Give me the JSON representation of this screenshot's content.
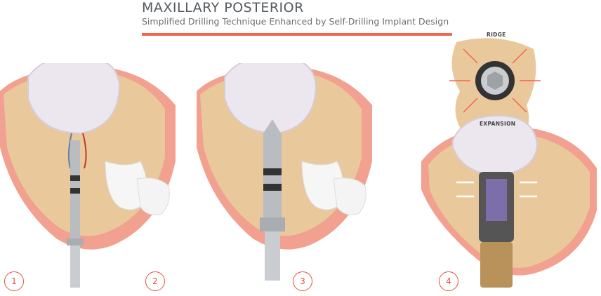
{
  "header": {
    "title": "MAXILLARY POSTERIOR",
    "subtitle": "Simplified Drilling Technique Enhanced by Self-Drilling Implant Design"
  },
  "steps": [
    {
      "number": "1"
    },
    {
      "number": "2"
    },
    {
      "number": "3"
    },
    {
      "number": "4"
    }
  ],
  "labels": {
    "ridge": "RIDGE",
    "expansion": "EXPANSION"
  },
  "colors": {
    "accent": "#f2664f",
    "bone": "#e9c89c",
    "gum": "#ef7f6c",
    "sinus": "#e8e2e8",
    "metal": "#b9bcc0",
    "abutment": "#b8925a"
  }
}
